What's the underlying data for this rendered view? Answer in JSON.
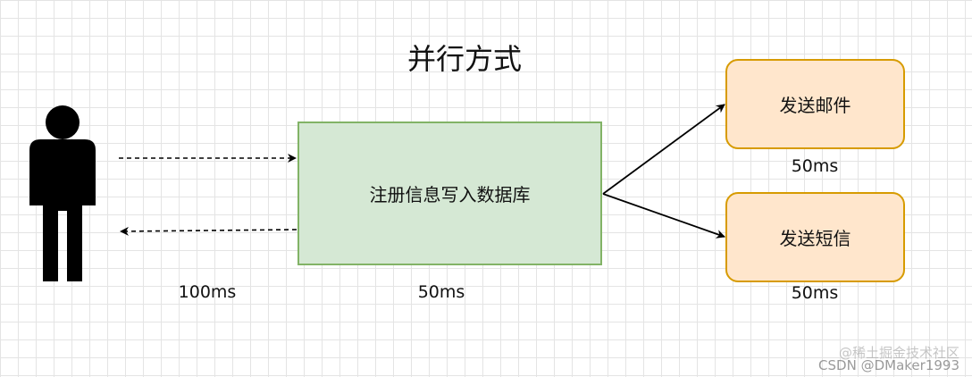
{
  "title": "并行方式",
  "boxes": {
    "db": "注册信息写入数据库",
    "email": "发送邮件",
    "sms": "发送短信"
  },
  "timings": {
    "user": "100ms",
    "db": "50ms",
    "email": "50ms",
    "sms": "50ms"
  },
  "colors": {
    "db_fill": "#d5e8d4",
    "db_border": "#82b366",
    "side_fill": "#ffe6cc",
    "side_border": "#d79b00",
    "grid": "#e4e4e4"
  },
  "icons": {
    "user": "person-icon"
  },
  "watermark": {
    "line1": "@稀土掘金技术社区",
    "line2": "CSDN @DMaker1993"
  }
}
